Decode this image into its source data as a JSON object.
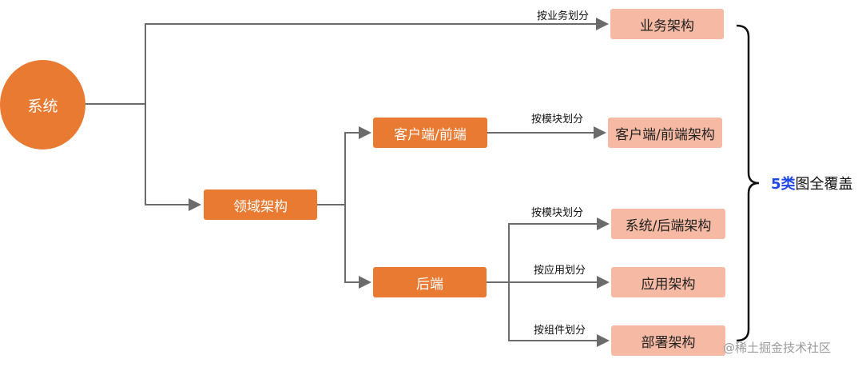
{
  "root": {
    "label": "系统"
  },
  "nodes": {
    "business_arch": "业务架构",
    "domain_arch": "领域架构",
    "client_frontend": "客户端/前端",
    "backend": "后端",
    "client_frontend_arch": "客户端/前端架构",
    "system_backend_arch": "系统/后端架构",
    "application_arch": "应用架构",
    "deployment_arch": "部署架构"
  },
  "edge_labels": {
    "by_business": "按业务划分",
    "by_module_client": "按模块划分",
    "by_module_backend": "按模块划分",
    "by_application": "按应用划分",
    "by_component": "按组件划分"
  },
  "summary": {
    "highlight": "5类",
    "rest": "图全覆盖"
  },
  "watermark": "@稀土掘金技术社区",
  "colors": {
    "node_dark": "#e97a32",
    "node_light": "#f6b9a3",
    "line": "#6b6b6b",
    "highlight": "#1f47e6"
  }
}
